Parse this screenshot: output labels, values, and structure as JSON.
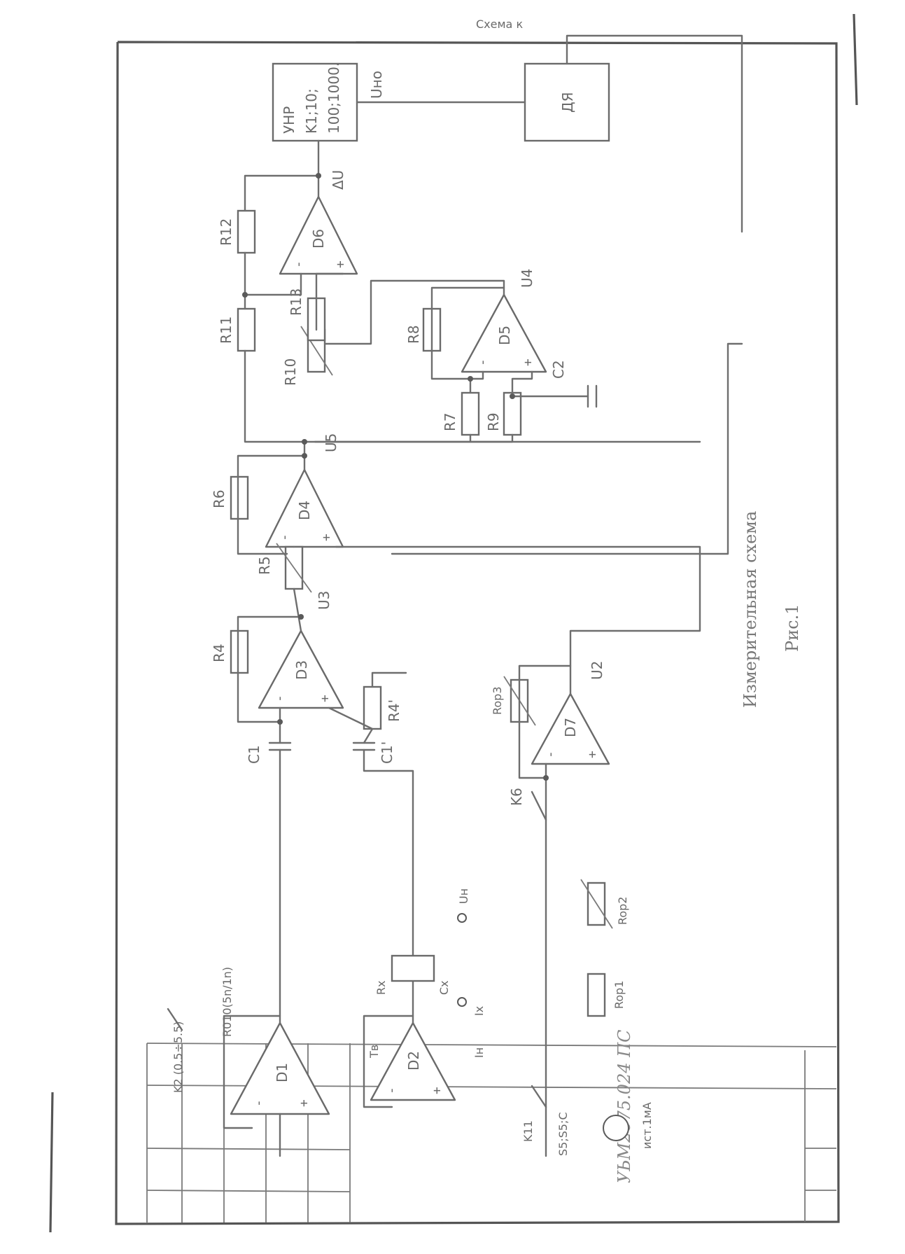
{
  "drawing": {
    "caption": "Измерительная схема",
    "figure_label": "Рис.1",
    "document_code": "УЬМ2675.024 ПС",
    "top_fragment": "Схема к"
  },
  "blocks": {
    "amplifier": {
      "name": "УНР",
      "gain_line_1": "K1;10;",
      "gain_line_2": "100;1000.",
      "output": "Uно"
    },
    "indicator": {
      "name": "ДЯ"
    }
  },
  "opamps": [
    {
      "id": "D1"
    },
    {
      "id": "D2"
    },
    {
      "id": "D3"
    },
    {
      "id": "D4"
    },
    {
      "id": "D5"
    },
    {
      "id": "D6"
    },
    {
      "id": "D7"
    }
  ],
  "pin_marks": {
    "minus": "-",
    "plus": "+"
  },
  "resistors": {
    "R4": "R4",
    "R4p": "R4'",
    "R5": "R5",
    "R6": "R6",
    "R7": "R7",
    "R8": "R8",
    "R9": "R9",
    "R10": "R10",
    "R11": "R11",
    "R12": "R12",
    "R13": "R13",
    "Rop1": "Rop1",
    "Rop2": "Rop2",
    "Rop3": "Rop3",
    "R010": "R010(5n/1n)"
  },
  "capacitors": {
    "C1": "C1",
    "C1p": "C1'",
    "C2": "C2"
  },
  "signals": {
    "U2": "U2",
    "U3": "U3",
    "U4": "U4",
    "U5": "U5",
    "dU": "ΔU",
    "Uh": "Uн",
    "Ih": "Iн",
    "Ix": "Iх",
    "Cx": "Cx",
    "Rx": "Rx",
    "Tb": "Tв"
  },
  "switches": {
    "K6": "K6",
    "K11": "K11",
    "K11_pos": "S5;S5;C",
    "K2": "K2 (0.5÷5.5)",
    "source": "ист.1мА"
  }
}
